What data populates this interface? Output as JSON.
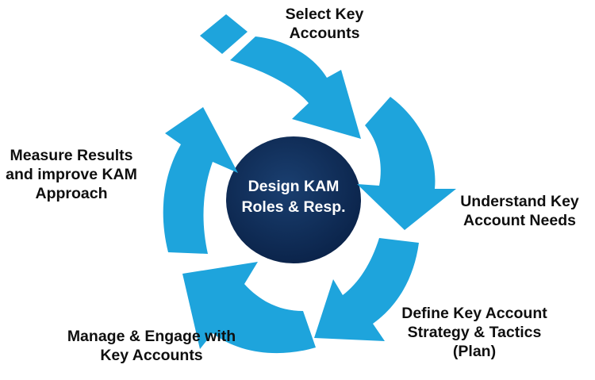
{
  "center": {
    "line1": "Design KAM",
    "line2": "Roles & Resp."
  },
  "steps": [
    {
      "line1": "Select Key",
      "line2": "Accounts"
    },
    {
      "line1": "Understand Key",
      "line2": "Account Needs"
    },
    {
      "line1": "Define Key Account",
      "line2": "Strategy & Tactics",
      "line3": "(Plan)"
    },
    {
      "line1": "Manage &  Engage with",
      "line2": "Key Accounts"
    },
    {
      "line1": "Measure Results",
      "line2": "and improve KAM",
      "line3": "Approach"
    }
  ],
  "colors": {
    "arrow": "#1ea4dc",
    "arrow_shade": "#1788bd",
    "hub": "#0d2a52"
  }
}
